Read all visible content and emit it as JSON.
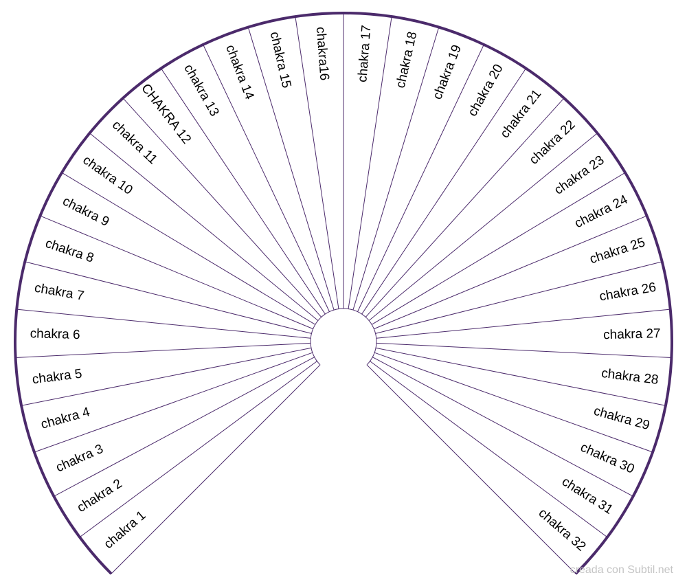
{
  "chart": {
    "outline_color": "#4b2a6b",
    "line_color": "#4b2a6b",
    "text_color": "#000000",
    "segments": [
      "chakra 1",
      "chakra 2",
      "chakra 3",
      "chakra 4",
      "chakra 5",
      "chakra 6",
      "chakra 7",
      "chakra 8",
      "chakra 9",
      "chakra 10",
      "chakra 11",
      "CHAKRA 12",
      "chakra 13",
      "chakra 14",
      "chakra 15",
      "chakra16",
      "chakra 17",
      "chakra 18",
      "chakra 19",
      "chakra 20",
      "chakra 21",
      "chakra 22",
      "chakra 23",
      "chakra 24",
      "chakra 25",
      "chakra 26",
      "chakra 27",
      "chakra 28",
      "chakra 29",
      "chakra 30",
      "chakra 31",
      "chakra 32"
    ]
  },
  "footer": {
    "credit": "creada con Subtil.net",
    "credit_color": "#c4c4c4"
  }
}
